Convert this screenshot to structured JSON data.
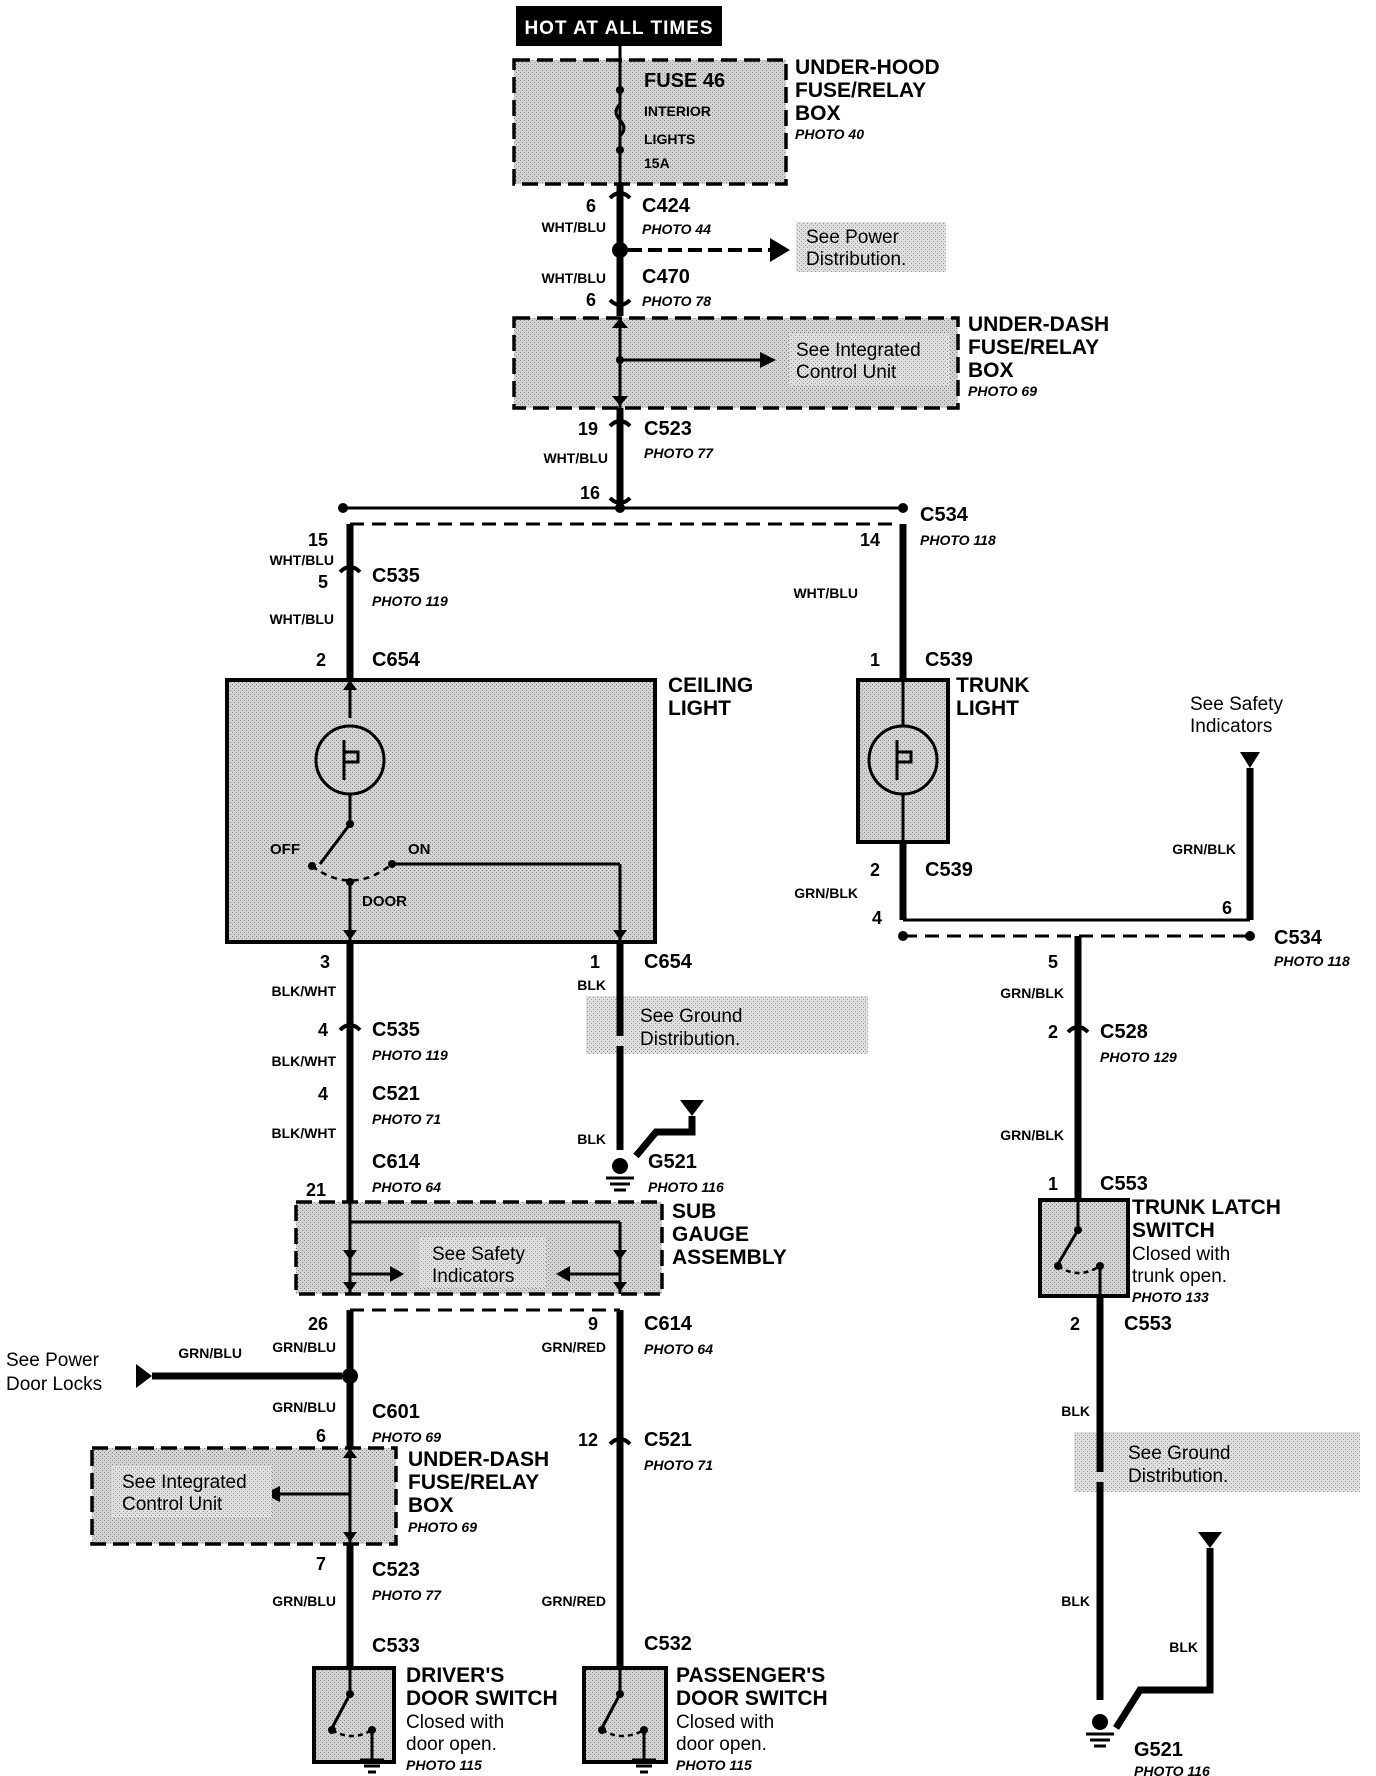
{
  "header": {
    "hot_label": "HOT AT ALL TIMES"
  },
  "components": {
    "under_hood_box": {
      "title": [
        "UNDER-HOOD",
        "FUSE/RELAY",
        "BOX"
      ],
      "photo": "PHOTO 40"
    },
    "fuse": {
      "name": "FUSE 46",
      "lines": [
        "INTERIOR",
        "LIGHTS",
        "15A"
      ]
    },
    "under_dash_box_top": {
      "title": [
        "UNDER-DASH",
        "FUSE/RELAY",
        "BOX"
      ],
      "photo": "PHOTO 69"
    },
    "under_dash_box_bottom": {
      "title": [
        "UNDER-DASH",
        "FUSE/RELAY",
        "BOX"
      ],
      "photo": "PHOTO 69"
    },
    "ceiling_light": {
      "title": [
        "CEILING",
        "LIGHT"
      ],
      "off": "OFF",
      "on": "ON",
      "door": "DOOR"
    },
    "trunk_light": {
      "title": [
        "TRUNK",
        "LIGHT"
      ]
    },
    "sub_gauge": {
      "title": [
        "SUB",
        "GAUGE",
        "ASSEMBLY"
      ]
    },
    "trunk_latch": {
      "title": [
        "TRUNK LATCH",
        "SWITCH"
      ],
      "desc": [
        "Closed with",
        "trunk open."
      ],
      "photo": "PHOTO 133"
    },
    "drivers_switch": {
      "title": [
        "DRIVER'S",
        "DOOR SWITCH"
      ],
      "desc": [
        "Closed with",
        "door open."
      ],
      "photo": "PHOTO 115"
    },
    "passengers_switch": {
      "title": [
        "PASSENGER'S",
        "DOOR SWITCH"
      ],
      "desc": [
        "Closed with",
        "door open."
      ],
      "photo": "PHOTO 115"
    }
  },
  "notes": {
    "power_distribution": [
      "See Power",
      "Distribution."
    ],
    "icu_top": [
      "See Integrated",
      "Control Unit"
    ],
    "icu_bottom": [
      "See Integrated",
      "Control Unit"
    ],
    "safety_top": [
      "See Safety",
      "Indicators"
    ],
    "safety_sub": [
      "See Safety",
      "Indicators"
    ],
    "ground_center": [
      "See Ground",
      "Distribution."
    ],
    "ground_right": [
      "See Ground",
      "Distribution."
    ],
    "power_door_locks": [
      "See Power",
      "Door Locks"
    ]
  },
  "connectors": {
    "c424": {
      "id": "C424",
      "photo": "PHOTO 44",
      "pin": "6",
      "wire": "WHT/BLU"
    },
    "c470": {
      "id": "C470",
      "photo": "PHOTO 78",
      "pin": "6",
      "wire": "WHT/BLU"
    },
    "c523_top": {
      "id": "C523",
      "photo": "PHOTO 77",
      "pin_a": "19",
      "pin_b": "16",
      "wire": "WHT/BLU"
    },
    "c534_top": {
      "id": "C534",
      "photo": "PHOTO 118",
      "pin_left": "15",
      "pin_right": "14"
    },
    "c535_top": {
      "id": "C535",
      "photo": "PHOTO 119",
      "pin": "5",
      "wire_a": "WHT/BLU",
      "wire_b": "WHT/BLU"
    },
    "c654_top": {
      "id": "C654",
      "pin": "2"
    },
    "c539_top": {
      "id": "C539",
      "pin": "1",
      "wire": "WHT/BLU"
    },
    "c539_bot": {
      "id": "C539",
      "pin": "2",
      "wire": "GRN/BLK"
    },
    "c534_bot": {
      "id": "C534",
      "photo": "PHOTO 118",
      "pin_left": "4",
      "pin_right": "6",
      "wire": "GRN/BLK"
    },
    "c654_bot": {
      "id": "C654",
      "pin_a": "3",
      "pin_b": "1",
      "wire_a": "BLK/WHT",
      "wire_b": "BLK"
    },
    "c535_bot": {
      "id": "C535",
      "photo": "PHOTO 119",
      "pin": "4",
      "wire": "BLK/WHT"
    },
    "c521_left": {
      "id": "C521",
      "photo": "PHOTO 71",
      "pin": "4",
      "wire": "BLK/WHT"
    },
    "c614_top": {
      "id": "C614",
      "photo": "PHOTO 64",
      "pin": "21"
    },
    "g521_center": {
      "id": "G521",
      "photo": "PHOTO 116",
      "wire": "BLK"
    },
    "c534_right": {
      "pin": "5",
      "wire": "GRN/BLK"
    },
    "c528": {
      "id": "C528",
      "photo": "PHOTO 129",
      "pin": "2",
      "wire": "GRN/BLK"
    },
    "c553_top": {
      "id": "C553",
      "pin": "1"
    },
    "c553_bot": {
      "id": "C553",
      "pin": "2",
      "wire": "BLK"
    },
    "c614_bot": {
      "id": "C614",
      "photo": "PHOTO 64",
      "pin_a": "26",
      "pin_b": "9",
      "wire_a": "GRN/BLU",
      "wire_b": "GRN/RED"
    },
    "grn_blu_in": {
      "wire": "GRN/BLU"
    },
    "c601": {
      "id": "C601",
      "photo": "PHOTO 69",
      "pin": "6",
      "wire": "GRN/BLU"
    },
    "c521_mid": {
      "id": "C521",
      "photo": "PHOTO 71",
      "pin": "12"
    },
    "c523_bot": {
      "id": "C523",
      "photo": "PHOTO 77",
      "pin": "7",
      "wire": "GRN/BLU"
    },
    "c532": {
      "id": "C532",
      "wire": "GRN/RED"
    },
    "c533": {
      "id": "C533"
    },
    "g521_right": {
      "id": "G521",
      "photo": "PHOTO 116",
      "wire_a": "BLK",
      "wire_b": "BLK",
      "wire_c": "BLK"
    }
  }
}
